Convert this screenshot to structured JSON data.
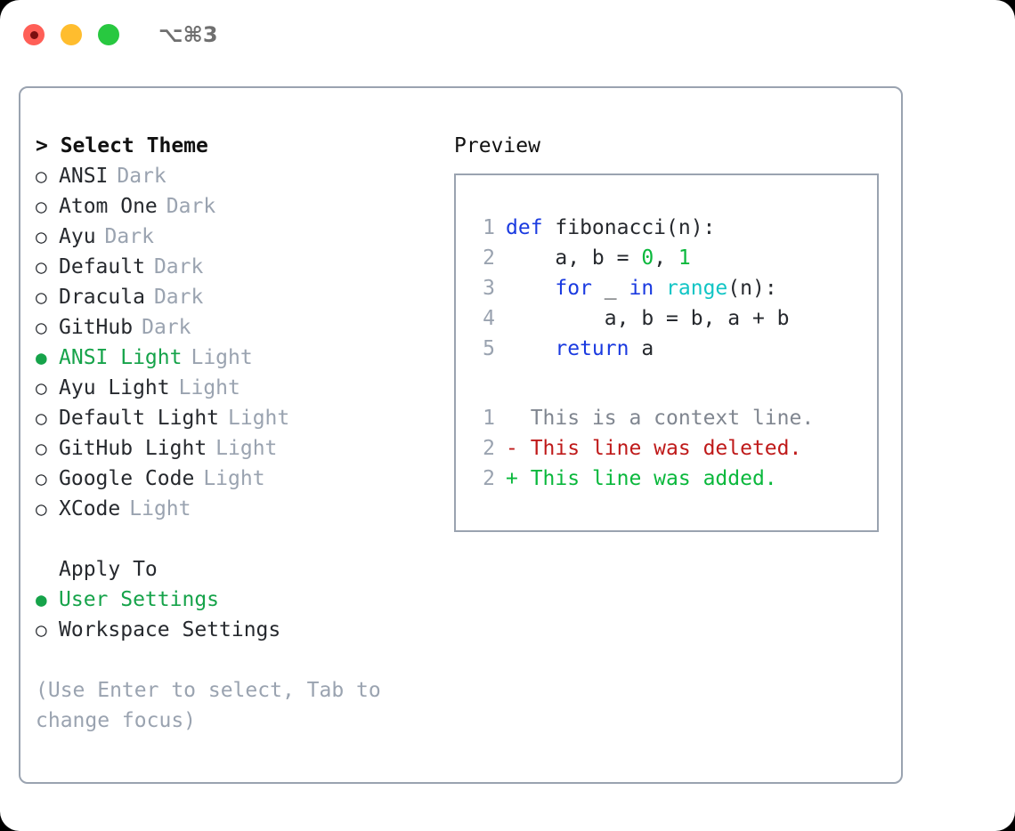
{
  "titlebar": {
    "shortcut": "⌥⌘3",
    "lights": [
      {
        "name": "close",
        "color": "#ff5f57"
      },
      {
        "name": "minimize",
        "color": "#ffbd2e"
      },
      {
        "name": "maximize",
        "color": "#28c840"
      }
    ]
  },
  "theme_picker": {
    "header": "> Select Theme",
    "items": [
      {
        "marker": "○",
        "name": "ANSI",
        "suffix": "Dark",
        "selected": false
      },
      {
        "marker": "○",
        "name": "Atom One",
        "suffix": "Dark",
        "selected": false
      },
      {
        "marker": "○",
        "name": "Ayu",
        "suffix": "Dark",
        "selected": false
      },
      {
        "marker": "○",
        "name": "Default",
        "suffix": "Dark",
        "selected": false
      },
      {
        "marker": "○",
        "name": "Dracula",
        "suffix": "Dark",
        "selected": false
      },
      {
        "marker": "○",
        "name": "GitHub",
        "suffix": "Dark",
        "selected": false
      },
      {
        "marker": "●",
        "name": "ANSI Light",
        "suffix": "Light",
        "selected": true
      },
      {
        "marker": "○",
        "name": "Ayu Light",
        "suffix": "Light",
        "selected": false
      },
      {
        "marker": "○",
        "name": "Default Light",
        "suffix": "Light",
        "selected": false
      },
      {
        "marker": "○",
        "name": "GitHub Light",
        "suffix": "Light",
        "selected": false
      },
      {
        "marker": "○",
        "name": "Google Code",
        "suffix": "Light",
        "selected": false
      },
      {
        "marker": "○",
        "name": "XCode",
        "suffix": "Light",
        "selected": false
      }
    ]
  },
  "apply_to": {
    "label": "Apply To",
    "items": [
      {
        "marker": "●",
        "name": "User Settings",
        "selected": true
      },
      {
        "marker": "○",
        "name": "Workspace Settings",
        "selected": false
      }
    ]
  },
  "hint": "(Use Enter to select, Tab to change focus)",
  "preview": {
    "header": "Preview",
    "code": [
      {
        "lineno": "1",
        "tokens": [
          {
            "t": "def ",
            "c": "kw"
          },
          {
            "t": "fibonacci(n):",
            "c": "pln"
          }
        ]
      },
      {
        "lineno": "2",
        "tokens": [
          {
            "t": "    a, b = ",
            "c": "pln"
          },
          {
            "t": "0",
            "c": "num"
          },
          {
            "t": ", ",
            "c": "pln"
          },
          {
            "t": "1",
            "c": "num"
          }
        ]
      },
      {
        "lineno": "3",
        "tokens": [
          {
            "t": "    ",
            "c": "pln"
          },
          {
            "t": "for",
            "c": "kw"
          },
          {
            "t": " _ ",
            "c": "pln"
          },
          {
            "t": "in",
            "c": "kw"
          },
          {
            "t": " ",
            "c": "pln"
          },
          {
            "t": "range",
            "c": "fn"
          },
          {
            "t": "(n):",
            "c": "pln"
          }
        ]
      },
      {
        "lineno": "4",
        "tokens": [
          {
            "t": "        a, b = b, a + b",
            "c": "pln"
          }
        ]
      },
      {
        "lineno": "5",
        "tokens": [
          {
            "t": "    ",
            "c": "pln"
          },
          {
            "t": "return",
            "c": "kw"
          },
          {
            "t": " a",
            "c": "pln"
          }
        ]
      }
    ],
    "diff": [
      {
        "lineno": "1",
        "sign": " ",
        "text": " This is a context line.",
        "kind": "diff-ctx"
      },
      {
        "lineno": "2",
        "sign": "-",
        "text": " This line was deleted.",
        "kind": "diff-del"
      },
      {
        "lineno": "2",
        "sign": "+",
        "text": " This line was added.",
        "kind": "diff-add"
      }
    ]
  },
  "colors": {
    "accent_green": "#16a34a",
    "muted_gray": "#9aa3b0",
    "keyword_blue": "#1a3ae0",
    "number_green": "#0ab83c",
    "function_cyan": "#11c5c5",
    "diff_delete_red": "#bf1a1a",
    "diff_add_green": "#0ab83c",
    "border": "#9aa3b0",
    "text": "#26292e"
  }
}
